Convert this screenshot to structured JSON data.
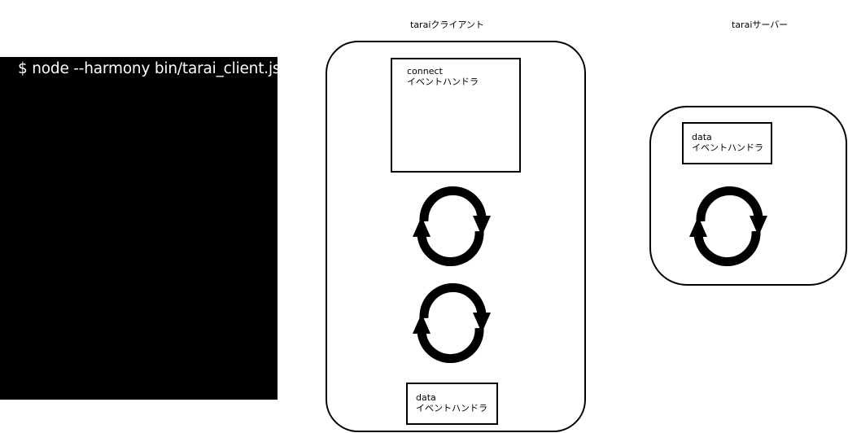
{
  "terminal": {
    "command": "$ node --harmony bin/tarai_client.js"
  },
  "client": {
    "title": "taraiクライアント",
    "connect_handler": {
      "event": "connect",
      "label": "イベントハンドラ"
    },
    "data_handler": {
      "event": "data",
      "label": "イベントハンドラ"
    }
  },
  "server": {
    "title": "taraiサーバー",
    "data_handler": {
      "event": "data",
      "label": "イベントハンドラ"
    }
  },
  "icons": {
    "event_loop": "event-loop-icon"
  },
  "colors": {
    "terminal_bg": "#000000",
    "terminal_text": "#ffffff",
    "stroke": "#000000"
  }
}
